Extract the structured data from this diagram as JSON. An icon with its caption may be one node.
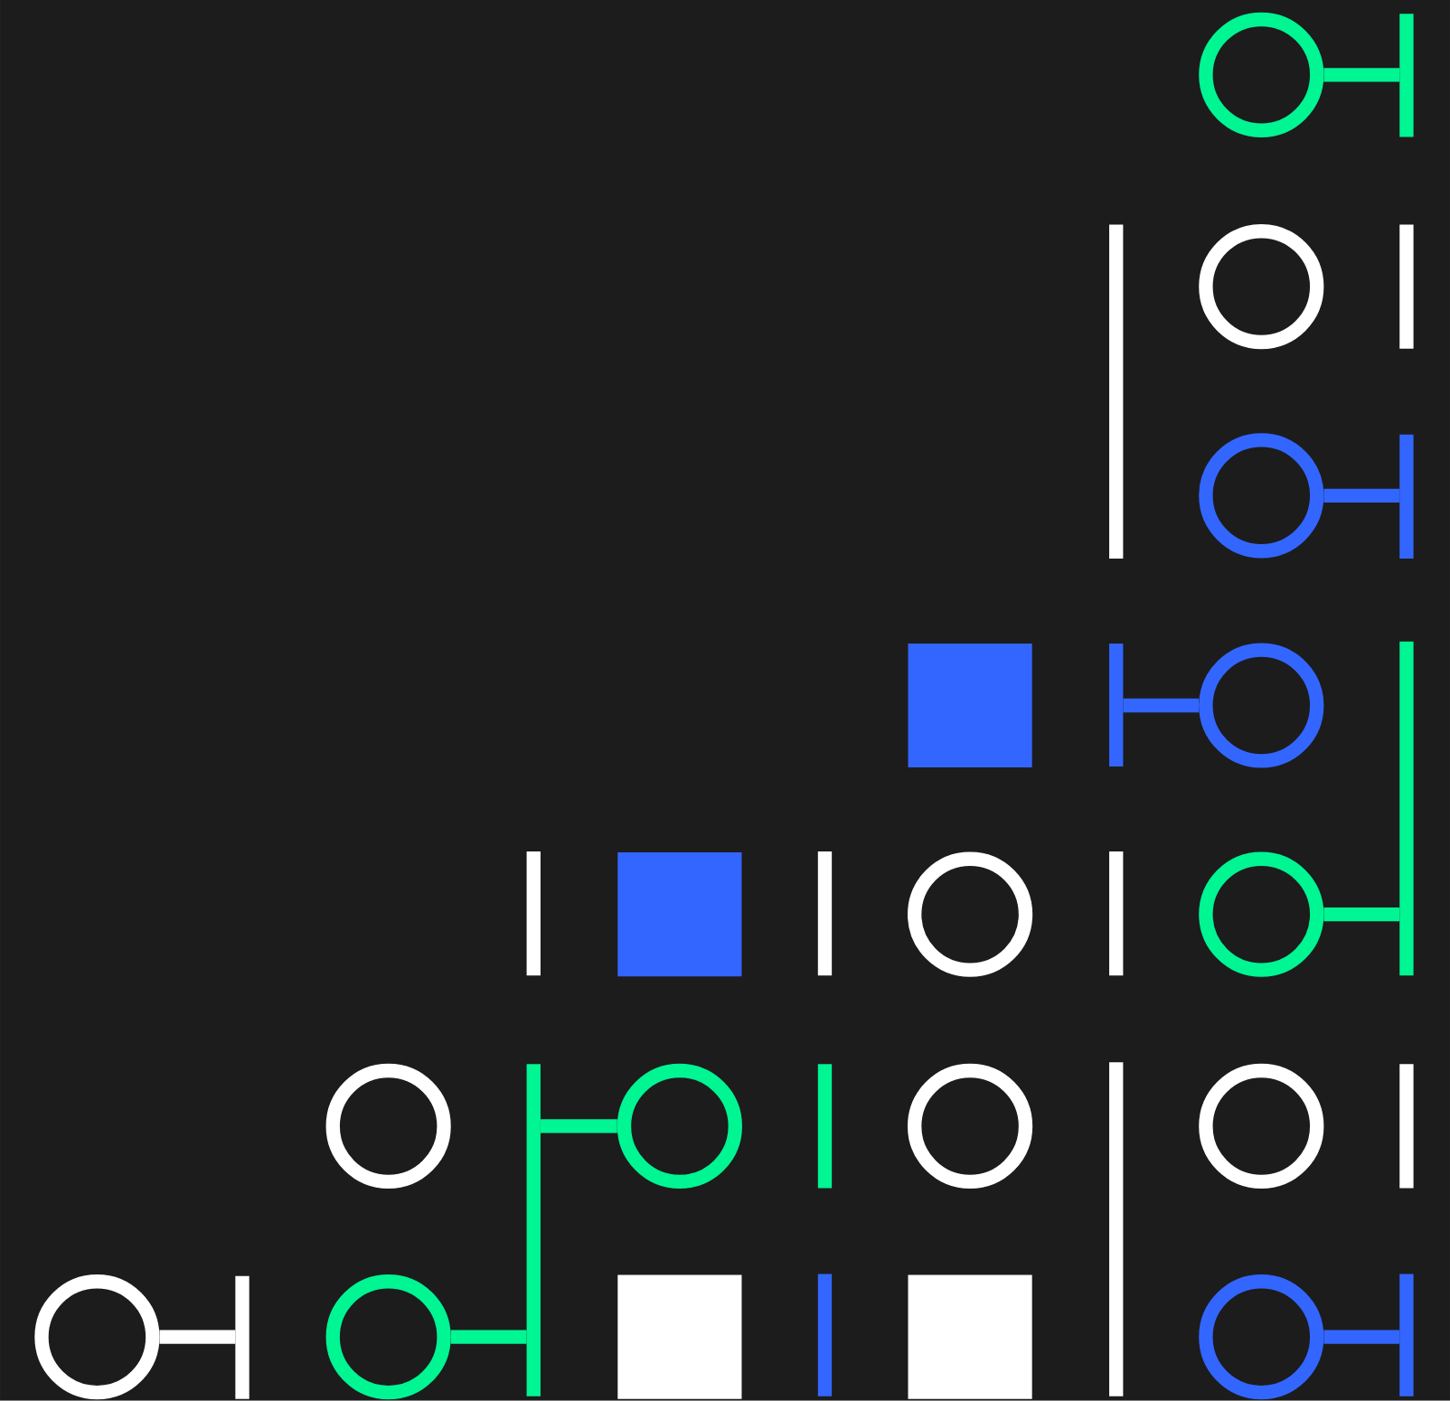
{
  "diagram": {
    "nodes": [
      {
        "text": [],
        "shape": "circle"
      },
      {
        "text": [],
        "shape": "bar"
      },
      {
        "text": [],
        "shape": "bar"
      },
      {
        "text": [],
        "shape": "circle"
      },
      {
        "text": [],
        "shape": "bar"
      },
      {
        "text": [],
        "shape": "circle"
      },
      {
        "text": [],
        "shape": "bar"
      },
      {
        "text": [],
        "shape": "box"
      },
      {
        "text": [],
        "shape": "bar"
      },
      {
        "text": [],
        "shape": "circle"
      },
      {
        "text": [],
        "shape": "bar"
      },
      {
        "text": [],
        "shape": "bar"
      },
      {
        "text": [],
        "shape": "box"
      },
      {
        "text": [],
        "shape": "bar"
      },
      {
        "text": [],
        "shape": "circle"
      },
      {
        "text": [],
        "shape": "bar"
      },
      {
        "text": [],
        "shape": "circle"
      },
      {
        "text": [],
        "shape": "circle"
      },
      {
        "text": [],
        "shape": "bar"
      },
      {
        "text": [],
        "shape": "circle"
      },
      {
        "text": [],
        "shape": "bar"
      },
      {
        "text": [],
        "shape": "circle"
      },
      {
        "text": [],
        "shape": "bar"
      },
      {
        "text": [],
        "shape": "circle"
      },
      {
        "text": [],
        "shape": "bar"
      },
      {
        "text": [],
        "shape": "circle"
      },
      {
        "text": [],
        "shape": "bar"
      },
      {
        "text": [],
        "shape": "circle"
      },
      {
        "text": [],
        "shape": "box"
      },
      {
        "text": [],
        "shape": "bar"
      },
      {
        "text": [],
        "shape": "box"
      },
      {
        "text": [],
        "shape": "circle"
      },
      {
        "text": [],
        "shape": "bar"
      }
    ],
    "edges": [
      {
        "from": 0,
        "to": 1,
        "arrow": "none"
      },
      {
        "from": 5,
        "to": 6,
        "arrow": "none",
        "color": "#3366ff"
      },
      {
        "from": 8,
        "to": 9,
        "arrow": "none",
        "color": "#3366ff"
      },
      {
        "from": 16,
        "to": 10,
        "arrow": "none"
      },
      {
        "from": 18,
        "to": 19,
        "arrow": "none"
      },
      {
        "from": 25,
        "to": 26,
        "arrow": "none",
        "color": "#ffffff"
      },
      {
        "from": 27,
        "to": 18,
        "arrow": "none"
      },
      {
        "from": 31,
        "to": 32,
        "arrow": "none",
        "color": "#3366ff"
      }
    ]
  }
}
